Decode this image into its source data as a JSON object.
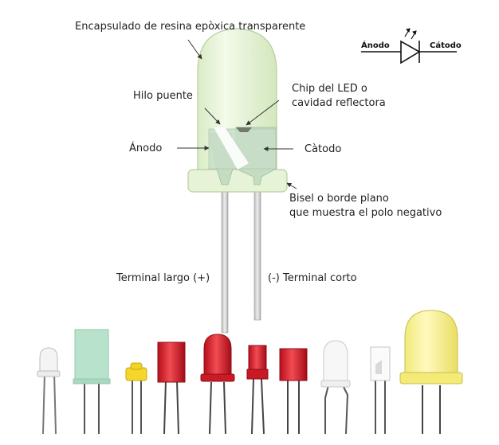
{
  "labels": {
    "encapsulado": "Encapsulado de resina epòxica transparente",
    "hilo_puente": "Hilo puente",
    "chip_line1": "Chip del LED o",
    "chip_line2": "cavidad reflectora",
    "anodo": "Ánodo",
    "catodo": "Càtodo",
    "bisel_line1": "Bisel o borde plano",
    "bisel_line2": "que muestra el polo negativo",
    "terminal_largo": "Terminal largo (+)",
    "terminal_corto": "(-) Terminal corto"
  },
  "symbol": {
    "anodo": "Ánodo",
    "catodo": "Cátodo"
  },
  "colors": {
    "epoxy": "#e4f2d4",
    "epoxy_edge": "#bcd2a4",
    "chip": "#c9dfcb",
    "lead": "#d6d6d6",
    "label_text": "#222222"
  },
  "led_samples": [
    "white-clear-led",
    "green-rectangular-led",
    "yellow-mini-led",
    "red-rectangular-led",
    "red-round-led",
    "red-small-rectangular-led",
    "red-square-led",
    "white-diffused-led",
    "clear-rectangular-led",
    "yellow-large-round-led"
  ]
}
